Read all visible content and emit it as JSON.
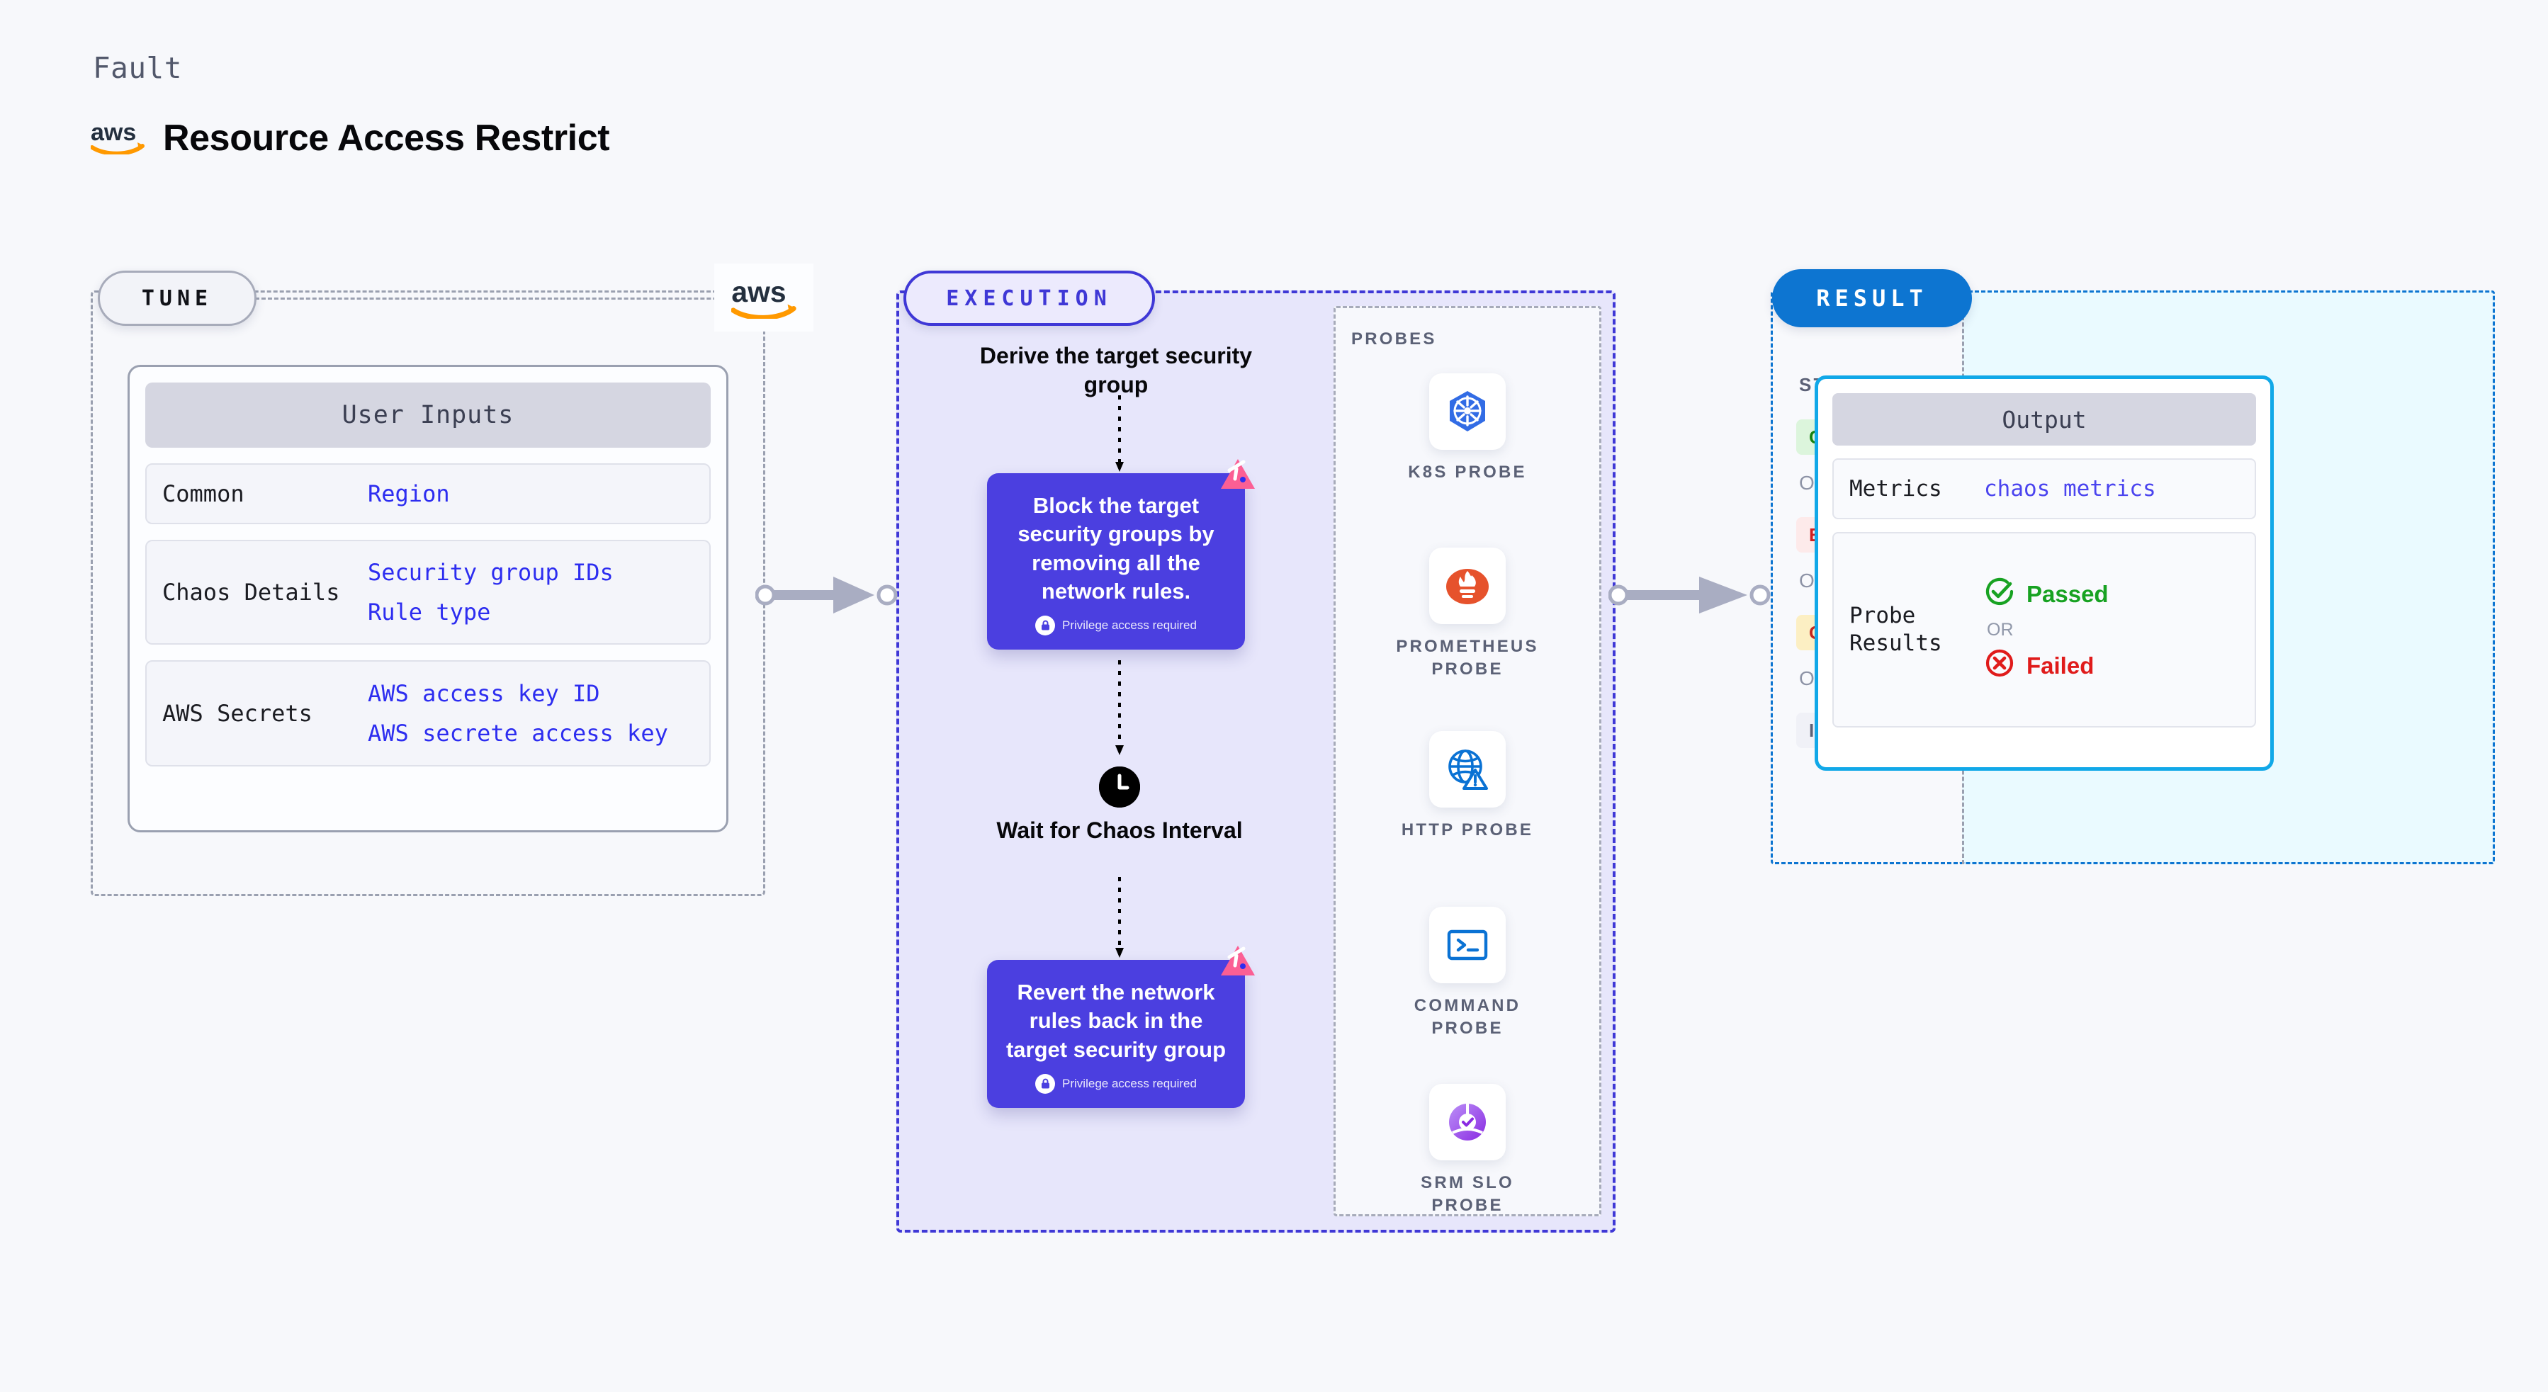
{
  "header": {
    "eyebrow": "Fault",
    "title": "Resource Access Restrict",
    "provider_icon": "aws-logo-icon"
  },
  "tune": {
    "badge": "TUNE",
    "provider_icon": "aws-logo-icon",
    "card_title": "User Inputs",
    "rows": [
      {
        "label": "Common",
        "values": [
          "Region"
        ]
      },
      {
        "label": "Chaos Details",
        "values": [
          "Security group IDs",
          "Rule type"
        ]
      },
      {
        "label": "AWS Secrets",
        "values": [
          "AWS access key ID",
          "AWS secrete access key"
        ]
      }
    ]
  },
  "execution": {
    "badge": "EXECUTION",
    "flow": {
      "start_title": "Derive the target\nsecurity group",
      "step1": {
        "text": "Block the target security groups by removing all the network rules.",
        "privilege": "Privilege access required",
        "privilege_icon": "lock-icon",
        "corner_icon": "litmus-chaos-icon"
      },
      "wait": {
        "icon": "clock-icon",
        "title": "Wait for Chaos\nInterval"
      },
      "step2": {
        "text": "Revert the network rules back in the target security group",
        "privilege": "Privilege access required",
        "privilege_icon": "lock-icon",
        "corner_icon": "litmus-chaos-icon"
      }
    },
    "probes": {
      "label": "PROBES",
      "items": [
        {
          "name": "K8S  PROBE",
          "icon": "kubernetes-icon"
        },
        {
          "name": "PROMETHEUS\nPROBE",
          "icon": "prometheus-icon"
        },
        {
          "name": "HTTP  PROBE",
          "icon": "http-globe-icon"
        },
        {
          "name": "COMMAND\nPROBE",
          "icon": "terminal-icon"
        },
        {
          "name": "SRM  SLO\nPROBE",
          "icon": "srm-slo-icon"
        }
      ]
    }
  },
  "result": {
    "badge": "RESULT",
    "status_label": "STATUS",
    "or_label": "OR",
    "statuses": [
      {
        "label": "COMPLETED",
        "bg": "#dcf5dc",
        "color": "#17820f"
      },
      {
        "label": "ERRORED",
        "bg": "#fdeaea",
        "color": "#d01f1f"
      },
      {
        "label": "QUEUED",
        "bg": "#fcefc3",
        "color": "#c2261f"
      },
      {
        "label": "INCOMPLETED",
        "bg": "#f0f1f7",
        "color": "#5b6176"
      }
    ],
    "output": {
      "title": "Output",
      "metrics_label": "Metrics",
      "metrics_value": "chaos metrics",
      "probe_results_label": "Probe\nResults",
      "passed": "Passed",
      "failed": "Failed",
      "or_label": "OR",
      "passed_icon": "check-circle-icon",
      "failed_icon": "x-circle-icon"
    }
  },
  "connectors": {
    "tune_to_execution": "arrow-right-icon",
    "execution_to_result": "arrow-right-icon"
  },
  "colors": {
    "page_bg": "#f7f8fb",
    "tune_border": "#9aa0b0",
    "execution_accent": "#3f38d6",
    "execution_bg": "#e7e6fb",
    "step_card": "#4b3fe0",
    "result_accent": "#0d75d1",
    "result_bg": "#eafaff",
    "output_border": "#11a8e8",
    "value_text": "#2d2df0",
    "litmus_pink": "#fb5f94"
  }
}
